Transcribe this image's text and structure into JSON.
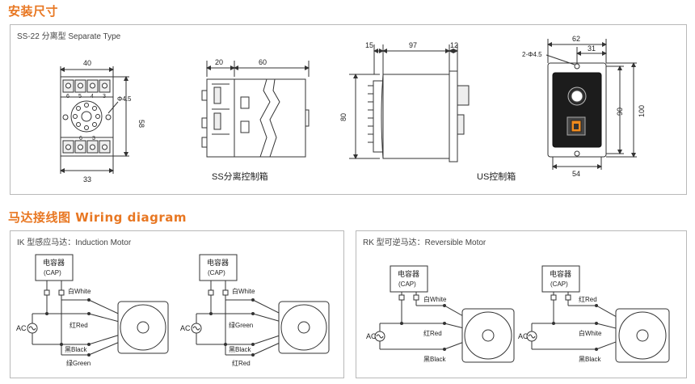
{
  "sections": {
    "dimensions_title": "安装尺寸",
    "wiring_title": "马达接线图 Wiring diagram"
  },
  "dim_panel": {
    "label": "SS-22 分离型 Separate Type",
    "ss_caption": "SS分离控制箱",
    "us_caption": "US控制箱",
    "socket": {
      "width": "40",
      "height": "58",
      "base": "33",
      "hole": "Φ4.5",
      "top_pins": [
        "6",
        "5",
        "4",
        "3"
      ],
      "bottom_pins": [
        "6",
        "3"
      ]
    },
    "side": {
      "a": "20",
      "b": "60"
    },
    "us_side": {
      "a": "15",
      "b": "97",
      "c": "12",
      "height": "80"
    },
    "us_front": {
      "width": "62",
      "offset": "31",
      "holes": "2-Φ4.5",
      "h1": "90",
      "h2": "100",
      "base": "54"
    }
  },
  "wiring": {
    "ik_label": "IK 型感应马达：Induction Motor",
    "rk_label": "RK 型可逆马达：Reversible Motor",
    "cap": "电容器",
    "cap_en": "(CAP)",
    "ac": "AC",
    "ik1": {
      "w1": "白White",
      "w2": "红Red",
      "w3": "黑Black",
      "w4": "绿Green"
    },
    "ik2": {
      "w1": "白White",
      "w2": "绿Green",
      "w3": "黑Black",
      "w4": "红Red"
    },
    "rk1": {
      "w1": "白White",
      "w2": "红Red",
      "w3": "黑Black"
    },
    "rk2": {
      "w1": "红Red",
      "w2": "白White",
      "w3": "黑Black"
    }
  },
  "colors": {
    "accent": "#e87722",
    "line": "#333333",
    "border": "#b9b9b9"
  }
}
